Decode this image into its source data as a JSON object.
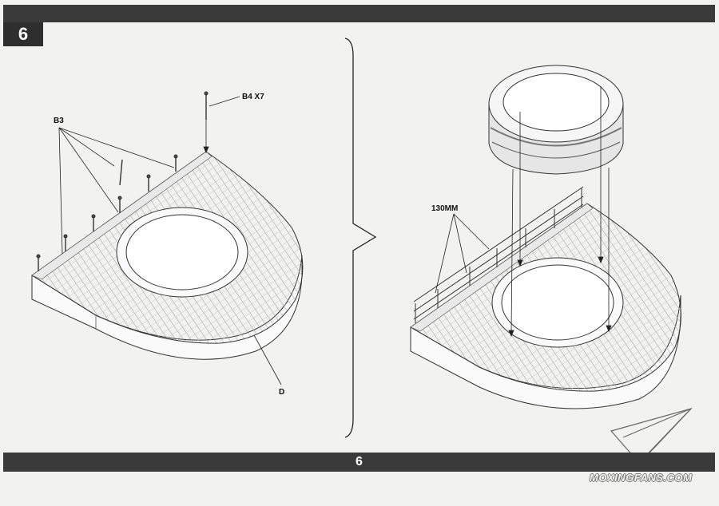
{
  "step": {
    "number": "6"
  },
  "footer": {
    "page_number": "6"
  },
  "left_panel": {
    "callout_b4": "B4 X7",
    "callout_b3": "B3",
    "callout_d": "D"
  },
  "right_panel": {
    "callout_130mm": "130MM"
  },
  "watermark": {
    "text": "MOXINGFANS.COM",
    "icon": "paper-plane-icon"
  },
  "colors": {
    "bar": "#3a3a3a",
    "paper": "#f2f2f0",
    "line": "#222222"
  }
}
